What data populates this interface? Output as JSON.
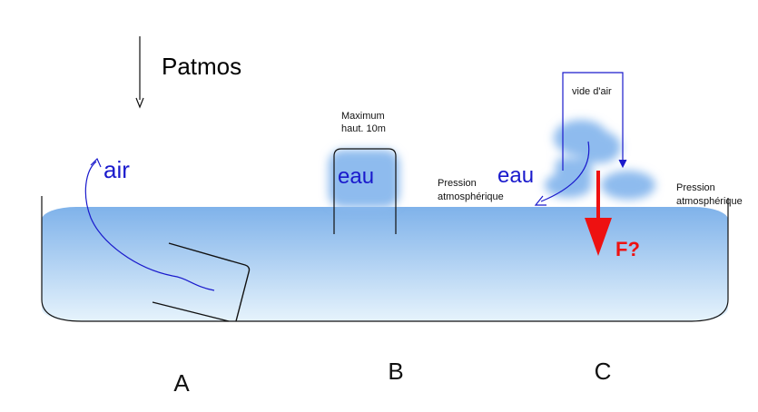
{
  "labels": {
    "patmos": "Patmos",
    "air": "air",
    "eau_b": "eau",
    "eau_c": "eau",
    "max_line1": "Maximum",
    "max_line2": "haut. 10m",
    "vide": "vide d'air",
    "pression_line1": "Pression",
    "pression_line2": "atmosphérique",
    "force": "F?",
    "section_a": "A",
    "section_b": "B",
    "section_c": "C"
  },
  "colors": {
    "water_top": "#7fb2ea",
    "water_bottom": "#e6f3fc",
    "text_blue": "#1a1acc",
    "force_red": "#ee1111",
    "outline": "#111111"
  },
  "icons": {
    "patmos_arrow": "arrow-down-icon",
    "force_arrow": "red-arrow-down-icon"
  }
}
